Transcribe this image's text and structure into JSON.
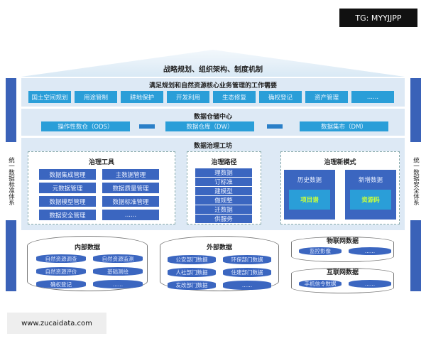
{
  "watermark_top": "TG: MYYJJPP",
  "watermark_bottom": "www.zucaidata.com",
  "roof": "战略规划、组织架构、制度机制",
  "left_side": "统一数据标准体系",
  "right_side": "统一数据安全体系",
  "business": {
    "title": "满足规划和自然资源核心业务管理的工作需要",
    "items": [
      "国土空间规划",
      "用途管制",
      "耕地保护",
      "开发利用",
      "生态修复",
      "确权登记",
      "资产管理",
      "......"
    ]
  },
  "warehouse": {
    "title": "数据仓储中心",
    "items": [
      "操作性数仓（ODS）",
      "数据仓库（DW）",
      "数据集市（DM）"
    ]
  },
  "workshop": {
    "title": "数据治理工坊",
    "tools": {
      "title": "治理工具",
      "items": [
        "数据集成管理",
        "主数据管理",
        "元数据管理",
        "数据质量管理",
        "数据模型管理",
        "数据标准管理",
        "数据安全管理",
        "......"
      ]
    },
    "path": {
      "title": "治理路径",
      "items": [
        "理数据",
        "订标准",
        "建模型",
        "做规整",
        "迁数据",
        "供服务"
      ]
    },
    "mode": {
      "title": "治理新模式",
      "history": "历史数据",
      "history_tag": "项目谱",
      "new": "新增数据",
      "new_tag": "资源码"
    }
  },
  "sources": {
    "internal": {
      "title": "内部数据",
      "items": [
        "自然资源调查",
        "自然资源监测",
        "自然资源评价",
        "基础测绘",
        "确权登记",
        "......"
      ]
    },
    "external": {
      "title": "外部数据",
      "items": [
        "公安部门数据",
        "环保部门数据",
        "人社部门数据",
        "住建部门数据",
        "发改部门数据",
        "......"
      ]
    },
    "iot": {
      "title": "物联网数据",
      "items": [
        "监控影像",
        "......"
      ]
    },
    "internet": {
      "title": "互联网数据",
      "items": [
        "手机信令数据",
        "......"
      ]
    }
  },
  "colors": {
    "side": "#3a62b8",
    "business": "#2a9ed8",
    "dark": "#3b66c0",
    "tag_text": "#c8ff3c"
  }
}
